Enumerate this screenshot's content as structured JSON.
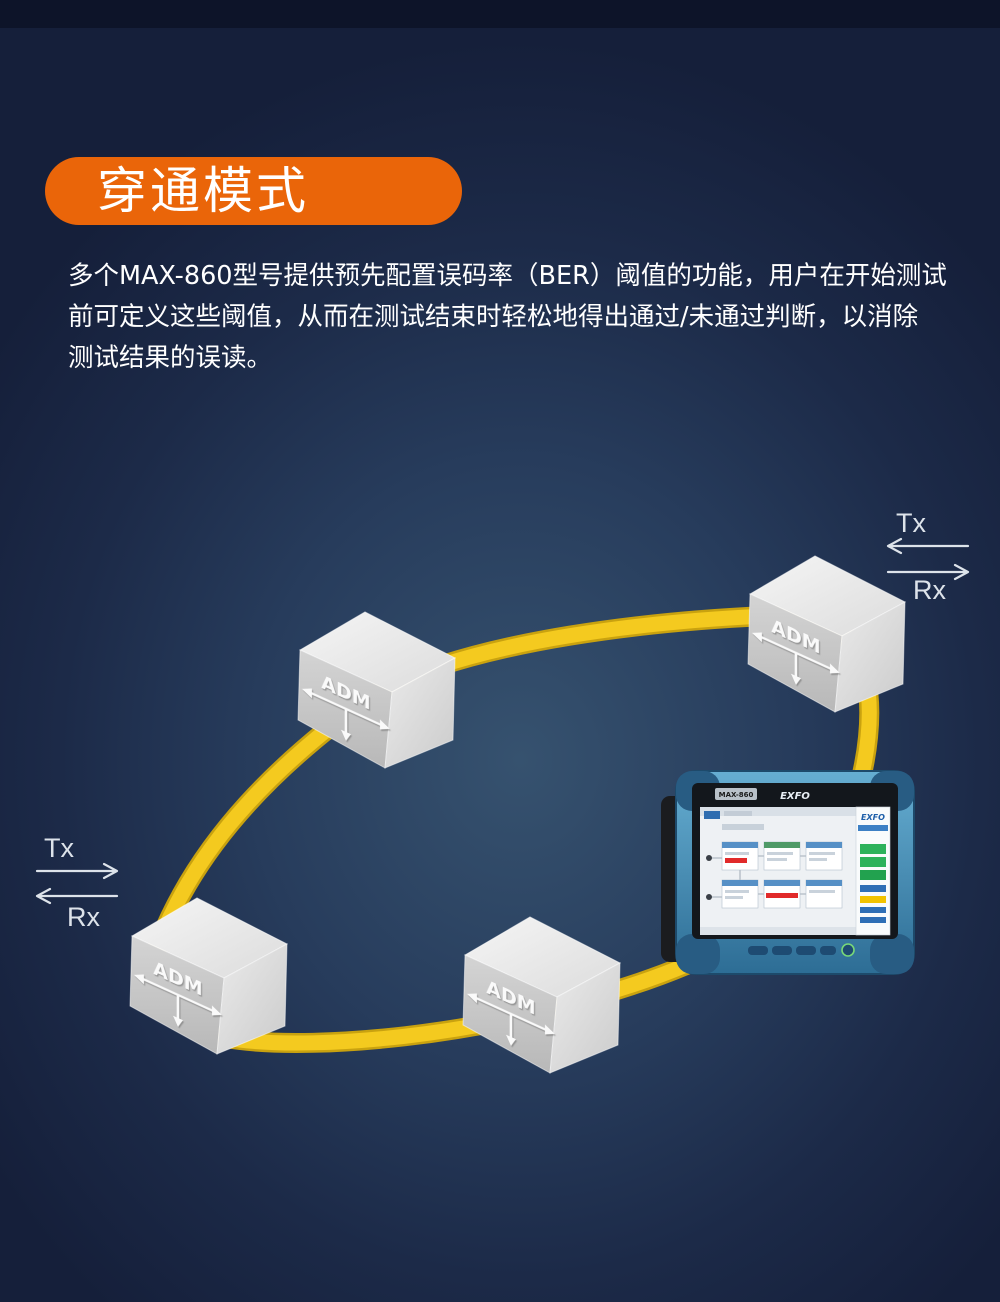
{
  "header": {
    "title": "穿通模式"
  },
  "description": {
    "lines": [
      "多个MAX-860型号提供预先配置误码率（BER）阈值的功能，用户在开始测试",
      "前可定义这些阈值，从而在测试结束时轻松地得出通过/未通过判断，以消除",
      "测试结果的误读。"
    ]
  },
  "diagram": {
    "ring_nodes": [
      {
        "label": "ADM"
      },
      {
        "label": "ADM"
      },
      {
        "label": "ADM"
      },
      {
        "label": "ADM"
      }
    ],
    "right_port": {
      "tx_label": "Tx",
      "rx_label": "Rx"
    },
    "left_port": {
      "tx_label": "Tx",
      "rx_label": "Rx"
    },
    "test_device": {
      "model_badge": "MAX-860",
      "brand": "EXFO",
      "screen_brand": "EXFO"
    }
  },
  "icons": {
    "right_tx": "arrow-left-icon",
    "right_rx": "arrow-right-icon",
    "left_tx": "arrow-right-icon",
    "left_rx": "arrow-left-icon"
  },
  "colors": {
    "title_pill": "#ea6509",
    "ring": "#f4ca1f",
    "text": "#ffffff",
    "port_label": "#dde3ea",
    "background": "#1d2d4d"
  }
}
